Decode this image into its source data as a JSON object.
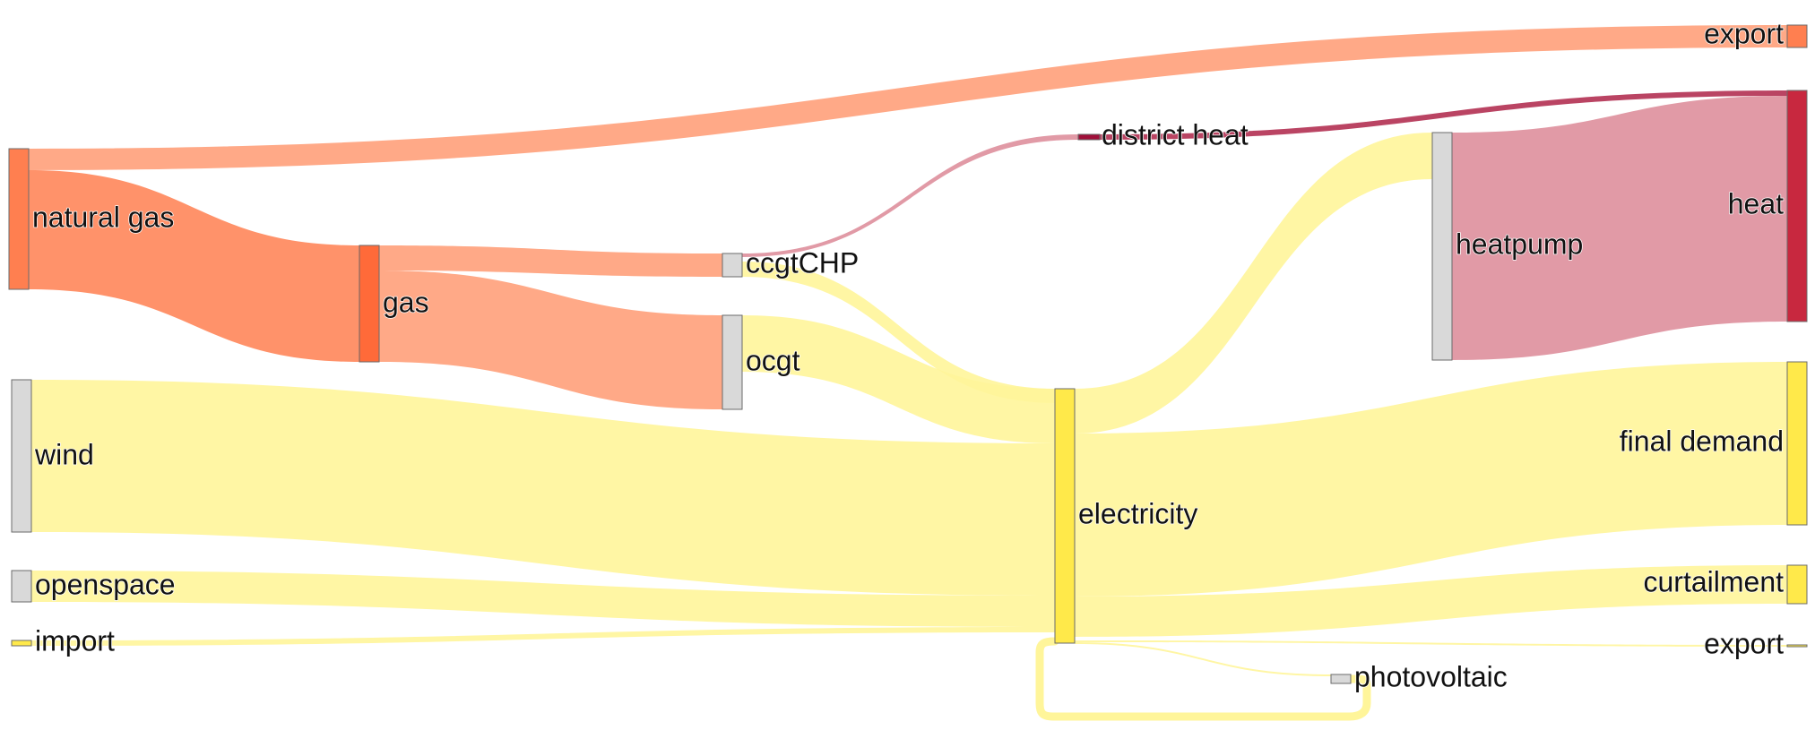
{
  "chart_data": {
    "type": "sankey",
    "title": "",
    "colors": {
      "natural_gas": "#FF7F50",
      "gas": "#FF6A39",
      "transformer": "#D9D9D9",
      "electricity": "#FFE94A",
      "heat": "#C8283F",
      "district_heat": "#A0103A",
      "gas_link": "#FFA07A",
      "electricity_link": "#FFF59A",
      "heat_link": "#DE8F9C",
      "district_heat_link": "#B23052"
    },
    "nodes": [
      {
        "id": "natural_gas",
        "label": "natural gas",
        "color": "natural_gas"
      },
      {
        "id": "gas",
        "label": "gas",
        "color": "gas"
      },
      {
        "id": "wind",
        "label": "wind",
        "color": "transformer"
      },
      {
        "id": "openspace",
        "label": "openspace",
        "color": "transformer"
      },
      {
        "id": "import",
        "label": "import",
        "color": "electricity"
      },
      {
        "id": "ccgtchp",
        "label": "ccgtCHP",
        "color": "transformer"
      },
      {
        "id": "ocgt",
        "label": "ocgt",
        "color": "transformer"
      },
      {
        "id": "district_heat",
        "label": "district heat",
        "color": "district_heat"
      },
      {
        "id": "electricity",
        "label": "electricity",
        "color": "electricity"
      },
      {
        "id": "heatpump",
        "label": "heatpump",
        "color": "transformer"
      },
      {
        "id": "photovoltaic",
        "label": "photovoltaic",
        "color": "transformer"
      },
      {
        "id": "export_gas",
        "label": "export",
        "color": "natural_gas"
      },
      {
        "id": "heat",
        "label": "heat",
        "color": "heat"
      },
      {
        "id": "final_demand",
        "label": "final demand",
        "color": "electricity"
      },
      {
        "id": "curtailment",
        "label": "curtailment",
        "color": "electricity"
      },
      {
        "id": "export_el",
        "label": "export",
        "color": "electricity"
      }
    ],
    "links": [
      {
        "source": "natural_gas",
        "target": "export_gas",
        "value": 25,
        "color": "gas_link"
      },
      {
        "source": "natural_gas",
        "target": "gas",
        "value": 128,
        "color": "natural_gas"
      },
      {
        "source": "gas",
        "target": "ccgtchp",
        "value": 28,
        "color": "gas_link"
      },
      {
        "source": "gas",
        "target": "ocgt",
        "value": 100,
        "color": "gas_link"
      },
      {
        "source": "ccgtchp",
        "target": "district_heat",
        "value": 8,
        "color": "heat_link"
      },
      {
        "source": "ccgtchp",
        "target": "electricity",
        "value": 15,
        "color": "electricity_link"
      },
      {
        "source": "ocgt",
        "target": "electricity",
        "value": 60,
        "color": "electricity_link"
      },
      {
        "source": "district_heat",
        "target": "heat",
        "value": 8,
        "color": "district_heat_link"
      },
      {
        "source": "wind",
        "target": "electricity",
        "value": 165,
        "color": "electricity_link"
      },
      {
        "source": "openspace",
        "target": "electricity",
        "value": 33,
        "color": "electricity_link"
      },
      {
        "source": "import",
        "target": "electricity",
        "value": 5,
        "color": "electricity_link"
      },
      {
        "source": "electricity",
        "target": "heatpump",
        "value": 50,
        "color": "electricity_link"
      },
      {
        "source": "heatpump",
        "target": "heat",
        "value": 245,
        "color": "heat_link"
      },
      {
        "source": "electricity",
        "target": "final_demand",
        "value": 175,
        "color": "electricity_link"
      },
      {
        "source": "electricity",
        "target": "curtailment",
        "value": 43,
        "color": "electricity_link"
      },
      {
        "source": "electricity",
        "target": "export_el",
        "value": 2,
        "color": "electricity_link"
      },
      {
        "source": "electricity",
        "target": "photovoltaic",
        "value": 1,
        "color": "electricity_link"
      },
      {
        "source": "photovoltaic",
        "target": "electricity",
        "value": 10,
        "color": "electricity_link"
      }
    ]
  }
}
